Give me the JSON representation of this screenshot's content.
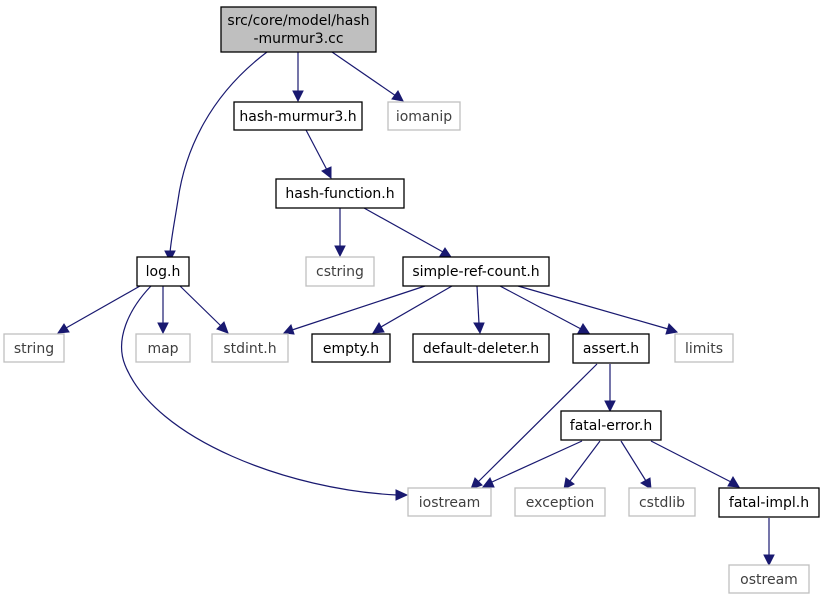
{
  "colors": {
    "edge": "#191970",
    "root_fill": "#bfbfbf",
    "system_border": "#bfbfbf",
    "local_border": "#000000"
  },
  "nodes": {
    "root": {
      "line1": "src/core/model/hash",
      "line2": "-murmur3.cc"
    },
    "hash_murmur3_h": "hash-murmur3.h",
    "iomanip": "iomanip",
    "hash_function_h": "hash-function.h",
    "log_h": "log.h",
    "cstring": "cstring",
    "simple_ref_count_h": "simple-ref-count.h",
    "string": "string",
    "map": "map",
    "stdint_h": "stdint.h",
    "empty_h": "empty.h",
    "default_deleter_h": "default-deleter.h",
    "assert_h": "assert.h",
    "limits": "limits",
    "fatal_error_h": "fatal-error.h",
    "iostream": "iostream",
    "exception": "exception",
    "cstdlib": "cstdlib",
    "fatal_impl_h": "fatal-impl.h",
    "ostream": "ostream"
  }
}
